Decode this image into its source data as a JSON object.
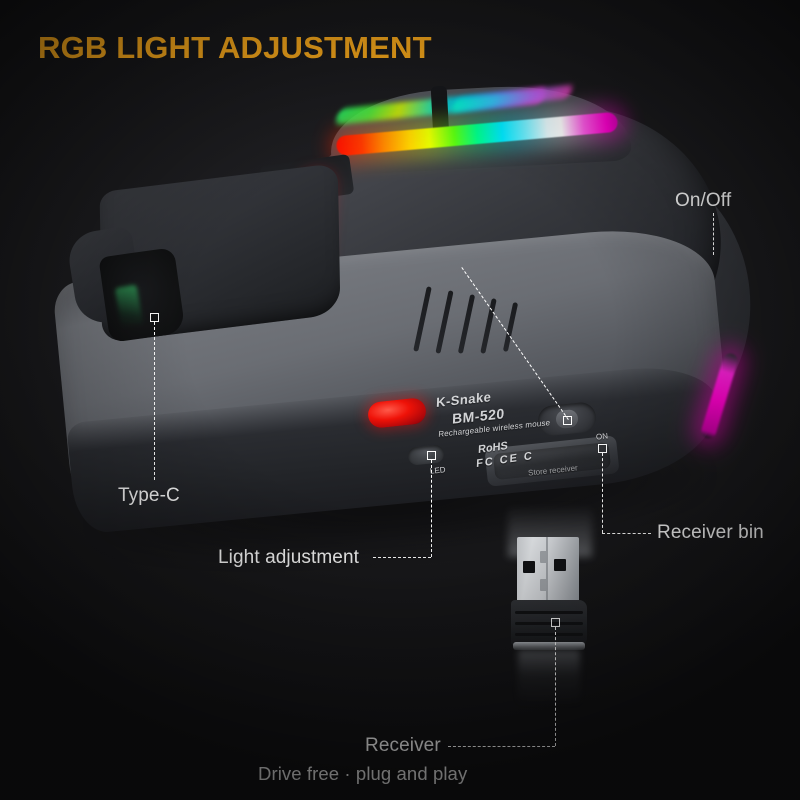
{
  "page": {
    "title": "RGB LIGHT ADJUSTMENT",
    "background_color": "#1a1a1c",
    "title_color": "#f7a81b",
    "label_color": "#f2f2f2"
  },
  "callouts": [
    {
      "id": "type-c",
      "label": "Type-C"
    },
    {
      "id": "light-adjustment",
      "label": "Light adjustment"
    },
    {
      "id": "on-off",
      "label": "On/Off"
    },
    {
      "id": "receiver-bin",
      "label": "Receiver bin"
    },
    {
      "id": "receiver",
      "label": "Receiver"
    }
  ],
  "tagline": "Drive free · plug and play",
  "product": {
    "brand": "K-Snake",
    "model": "BM-520",
    "description": "Rechargeable wireless mouse",
    "certifications": "RoHS",
    "cert_marks": "FC CE C",
    "switch_label": "ON",
    "led_label": "LED",
    "bin_label": "Store receiver"
  },
  "lighting": {
    "top_strip_colors": [
      "#ff1200",
      "#ff8a00",
      "#ffd400",
      "#5bff12",
      "#00ff8c",
      "#00e9ff",
      "#ffffff",
      "#ff00d0"
    ],
    "side_led_color": "#ff0010",
    "right_led_color": "#ff00cc",
    "port_led_color": "#3ce678",
    "sensor_color": "#ef1208"
  }
}
